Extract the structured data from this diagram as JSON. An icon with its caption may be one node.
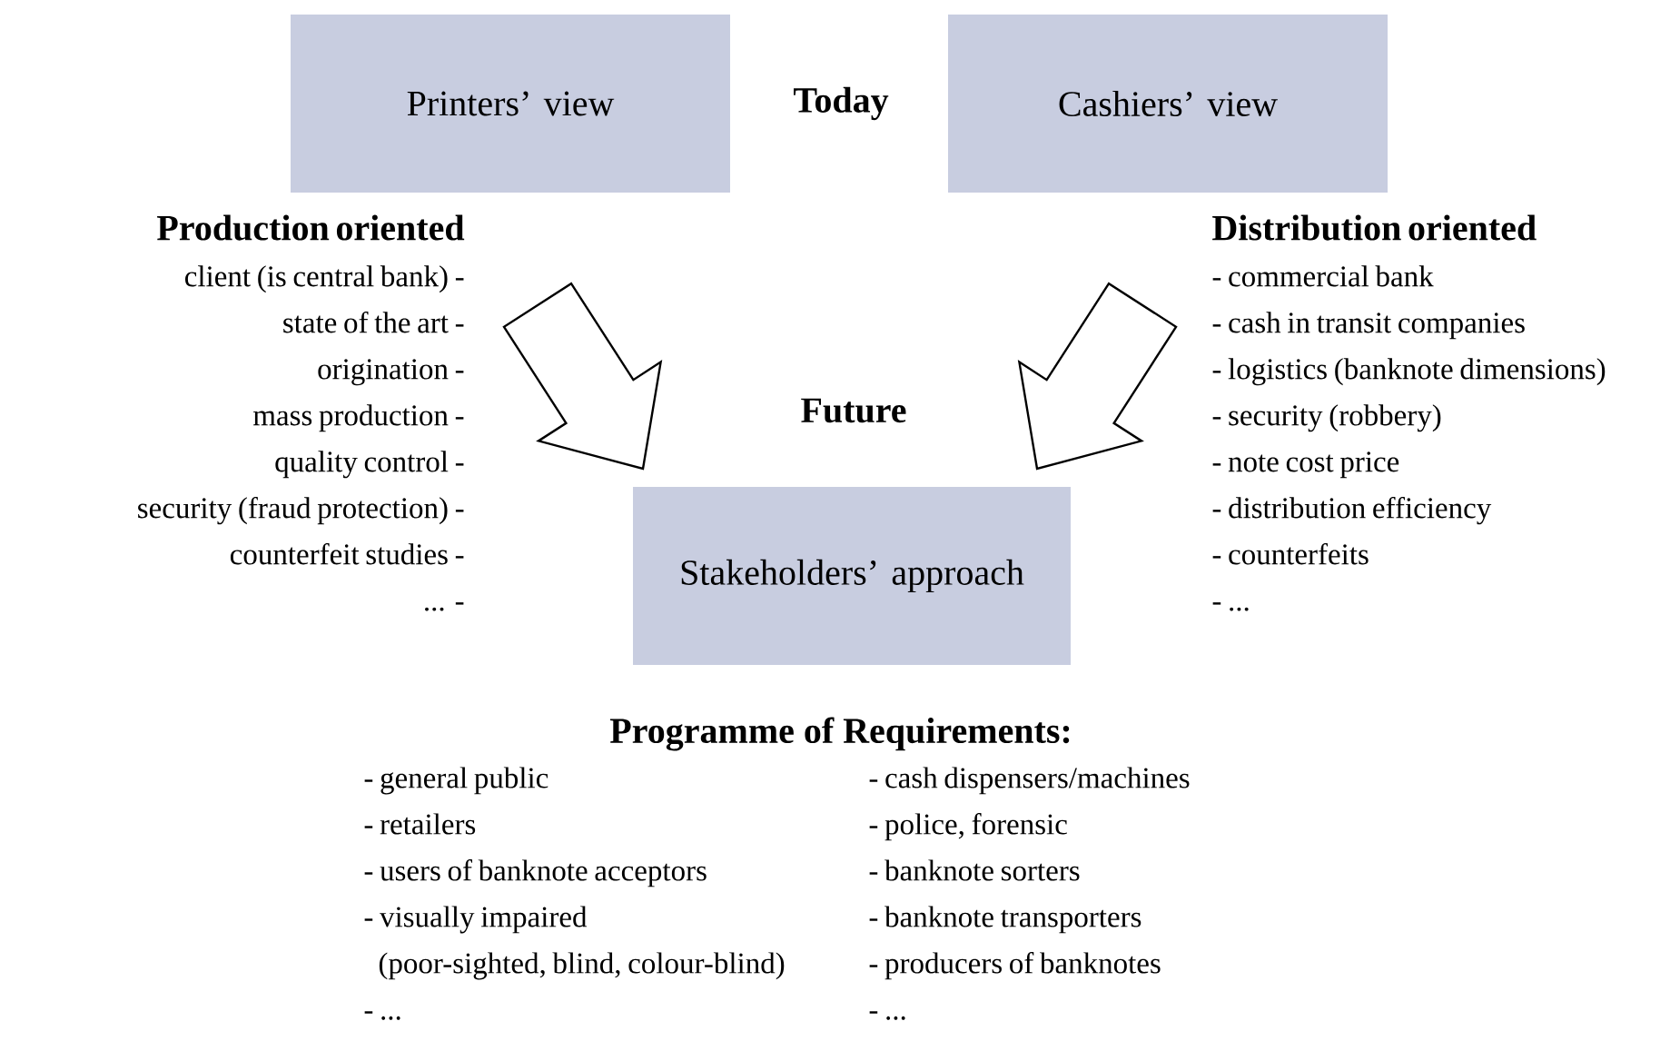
{
  "diagram": {
    "nodes": [
      {
        "text": [
          "Printers’ view"
        ]
      },
      {
        "text": [
          "Cashiers’ view"
        ]
      },
      {
        "text": [
          "Production oriented",
          "client (is central bank) -",
          "state of the art -",
          "origination -",
          "mass production -",
          "quality control -",
          "security (fraud protection) -",
          "counterfeit studies -",
          "... -"
        ]
      },
      {
        "text": [
          "Distribution oriented",
          "- commercial bank",
          "- cash in transit companies",
          "- logistics (banknote dimensions)",
          "- security (robbery)",
          "- note cost price",
          "- distribution efficiency",
          "- counterfeits",
          "- ..."
        ]
      },
      {
        "text": [
          "Stakeholders’ approach"
        ]
      }
    ],
    "edges": [
      {
        "from": 2,
        "to": 4,
        "arrow": "to"
      },
      {
        "from": 3,
        "to": 4,
        "arrow": "to"
      }
    ],
    "labels": [
      "Today",
      "Future",
      "Programme of Requirements:",
      "- general public",
      "- retailers",
      "- users of banknote acceptors",
      "- visually impaired (poor-sighted, blind, colour-blind)",
      "- ...",
      "- cash dispensers/machines",
      "- police, forensic",
      "- banknote sorters",
      "- banknote transporters",
      "- producers of banknotes",
      "- ..."
    ]
  }
}
